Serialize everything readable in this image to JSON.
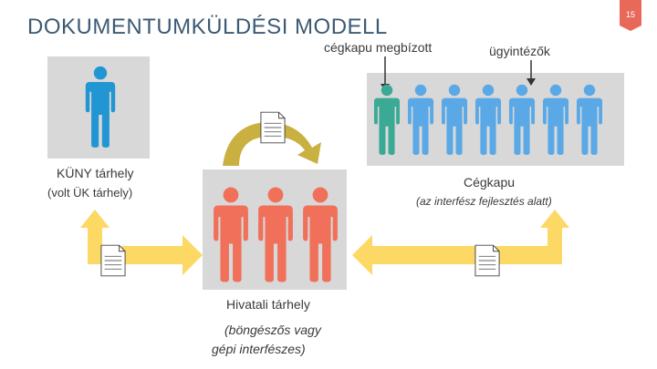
{
  "header": {
    "title": "DOKUMENTUMKÜLDÉSI MODELL",
    "page_number": "15"
  },
  "labels": {
    "cegkapu_megbizott": "cégkapu megbízott",
    "ugyintezok": "ügyintézők",
    "kuny_tarhely": "KÜNY tárhely",
    "volt_uk_tarhely": "(volt ÜK tárhely)",
    "cegkapu": "Cégkapu",
    "cegkapu_note": "(az interfész fejlesztés alatt)",
    "hivatali_tarhely": "Hivatali tárhely",
    "hivatali_note_1": "(böngészős vagy",
    "hivatali_note_2": "gépi interfészes)"
  },
  "colors": {
    "title": "#3c5a74",
    "blue_person": "#2196d3",
    "light_blue_person": "#5aa9e6",
    "teal_person": "#3aaa94",
    "red_person": "#f0705a",
    "panel_gray": "#d8d8d8",
    "arrow_yellow": "#fcd864",
    "arrow_olive": "#c9b040",
    "badge_red": "#e8685a"
  },
  "icons": [
    "person-icon",
    "document-icon",
    "double-arrow",
    "curved-arrow"
  ]
}
